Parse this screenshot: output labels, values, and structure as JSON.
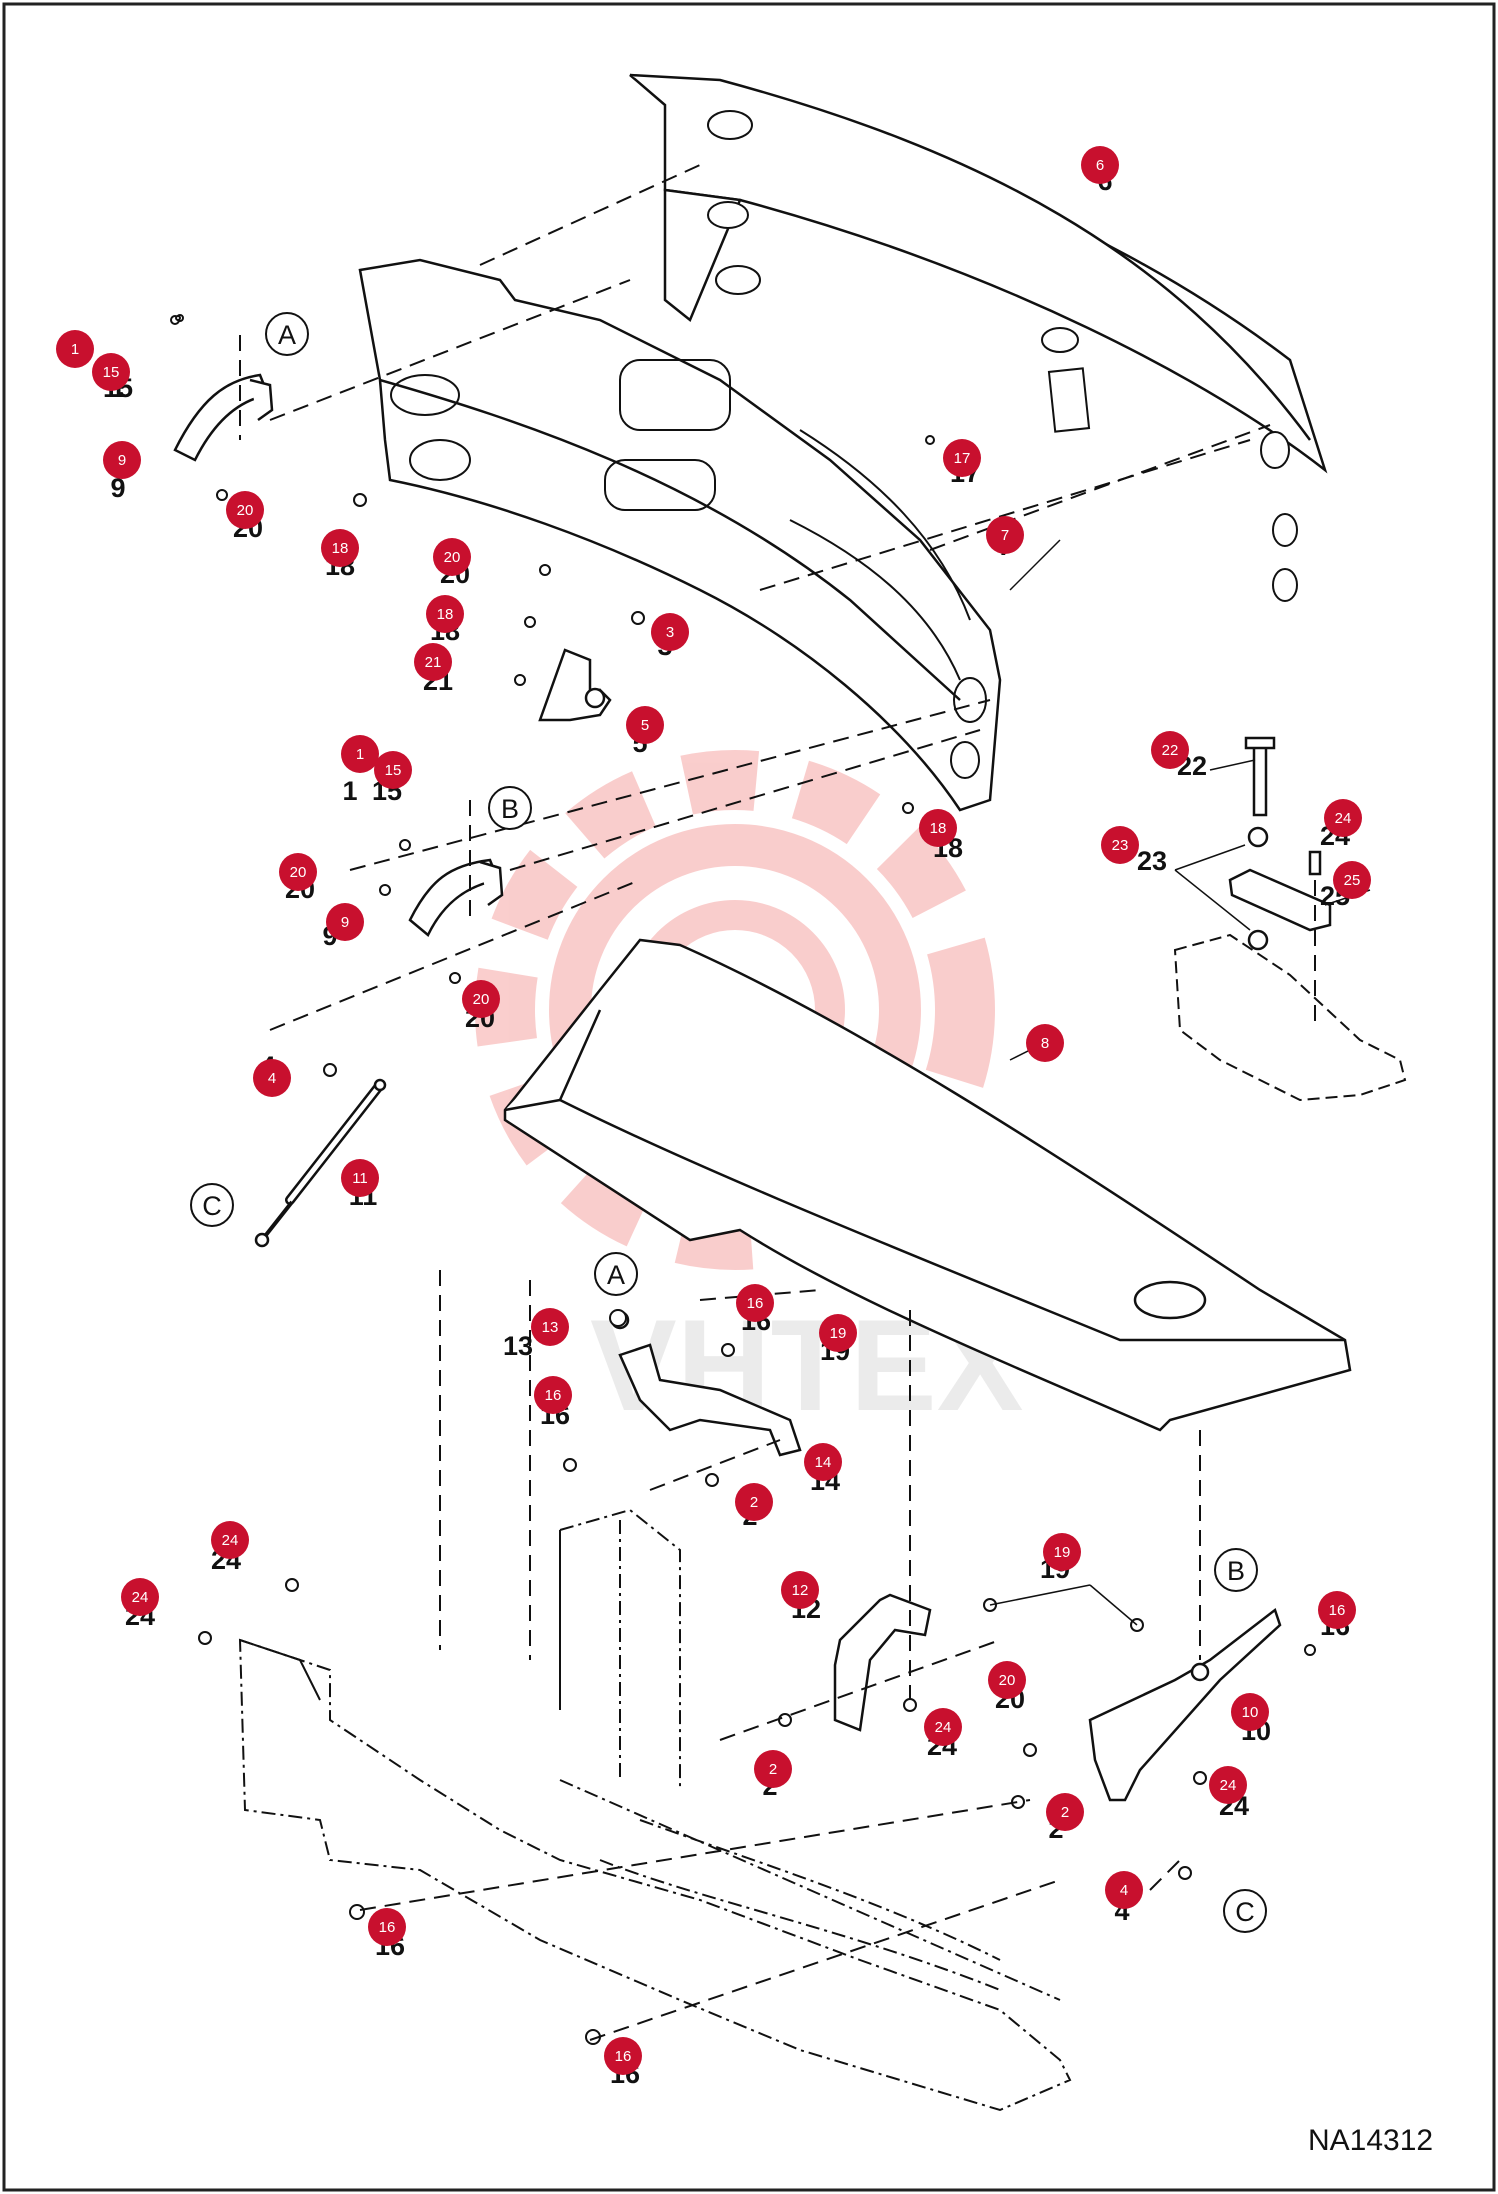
{
  "drawing_code": "NA14312",
  "watermark": {
    "text": "VHTEX",
    "color": "#e8211c"
  },
  "colors": {
    "badge": "#c8102e",
    "line": "#111111",
    "frame": "#222222"
  },
  "callouts": [
    "A",
    "B",
    "C",
    "A",
    "B",
    "C"
  ],
  "parts": [
    {
      "n": "1",
      "label": "1"
    },
    {
      "n": "15",
      "label": "15"
    },
    {
      "n": "9",
      "label": "9"
    },
    {
      "n": "20",
      "label": "20"
    },
    {
      "n": "18",
      "label": "18"
    },
    {
      "n": "6",
      "label": "6"
    },
    {
      "n": "17",
      "label": "17"
    },
    {
      "n": "7",
      "label": "7"
    },
    {
      "n": "20",
      "label": "20"
    },
    {
      "n": "18",
      "label": "18"
    },
    {
      "n": "3",
      "label": "3"
    },
    {
      "n": "21",
      "label": "21"
    },
    {
      "n": "5",
      "label": "5"
    },
    {
      "n": "18",
      "label": "18"
    },
    {
      "n": "1",
      "label": "1"
    },
    {
      "n": "15",
      "label": "15"
    },
    {
      "n": "20",
      "label": "20"
    },
    {
      "n": "9",
      "label": "9"
    },
    {
      "n": "20",
      "label": "20"
    },
    {
      "n": "22",
      "label": "22"
    },
    {
      "n": "24",
      "label": "24"
    },
    {
      "n": "23",
      "label": "23"
    },
    {
      "n": "25",
      "label": "25"
    },
    {
      "n": "4",
      "label": "4"
    },
    {
      "n": "11",
      "label": "11"
    },
    {
      "n": "8",
      "label": "8"
    },
    {
      "n": "13",
      "label": "13"
    },
    {
      "n": "16",
      "label": "16"
    },
    {
      "n": "19",
      "label": "19"
    },
    {
      "n": "16",
      "label": "16"
    },
    {
      "n": "14",
      "label": "14"
    },
    {
      "n": "2",
      "label": "2"
    },
    {
      "n": "24",
      "label": "24"
    },
    {
      "n": "24",
      "label": "24"
    },
    {
      "n": "12",
      "label": "12"
    },
    {
      "n": "19",
      "label": "19"
    },
    {
      "n": "16",
      "label": "16"
    },
    {
      "n": "20",
      "label": "20"
    },
    {
      "n": "24",
      "label": "24"
    },
    {
      "n": "10",
      "label": "10"
    },
    {
      "n": "2",
      "label": "2"
    },
    {
      "n": "24",
      "label": "24"
    },
    {
      "n": "2",
      "label": "2"
    },
    {
      "n": "4",
      "label": "4"
    },
    {
      "n": "16",
      "label": "16"
    },
    {
      "n": "16",
      "label": "16"
    }
  ]
}
